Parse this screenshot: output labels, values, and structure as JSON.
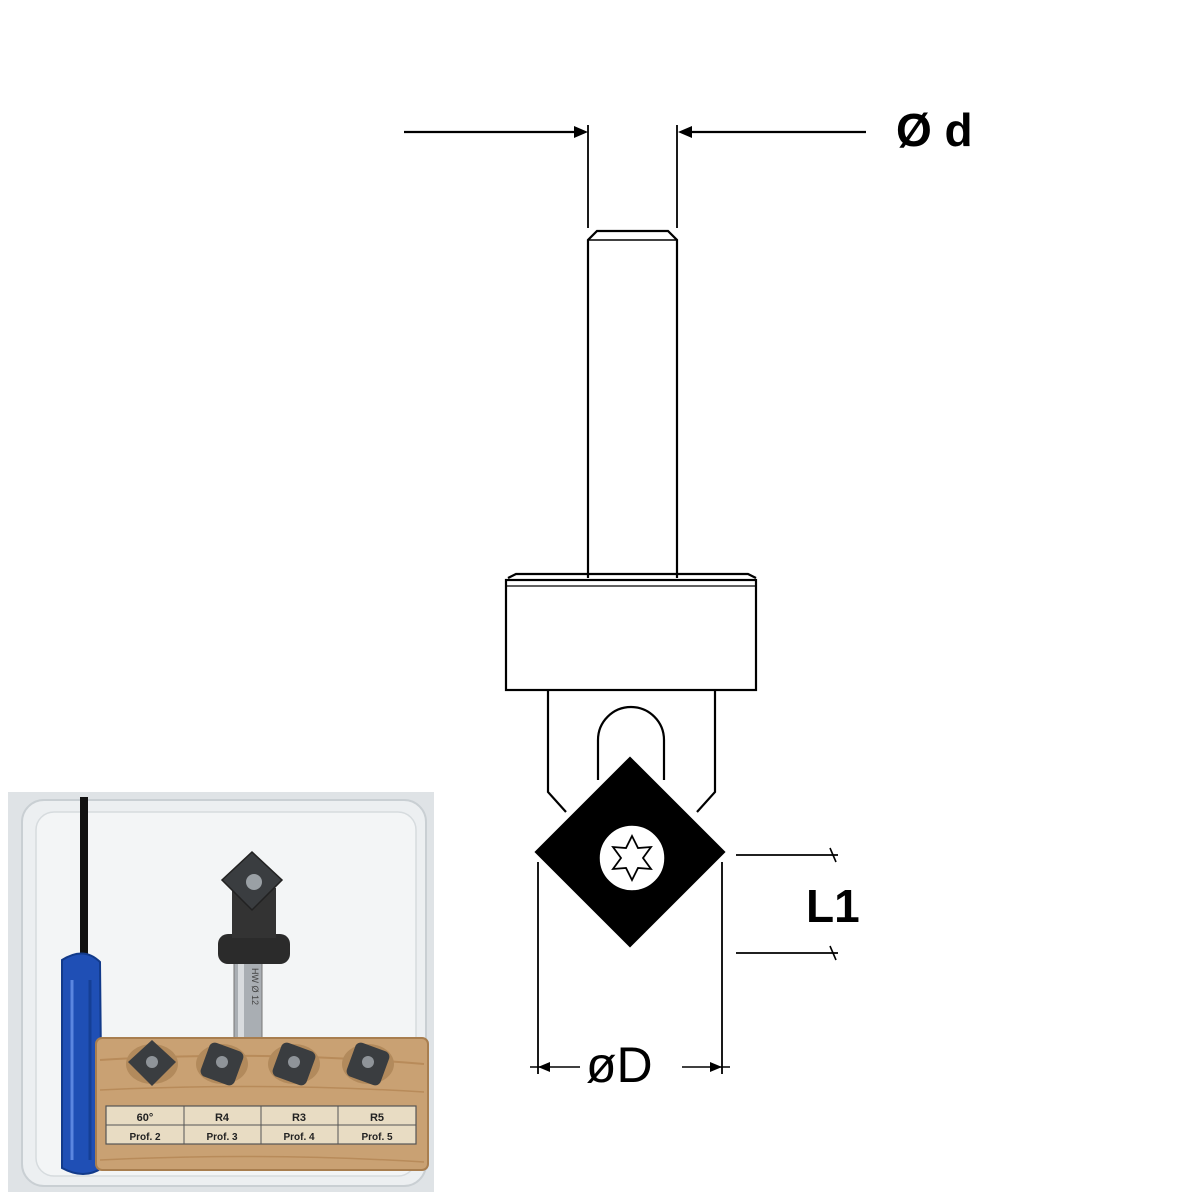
{
  "drawing": {
    "labels": {
      "shank_diameter": "Ø d",
      "cutter_diameter": "øD",
      "length": "L1"
    },
    "colors": {
      "line": "#000000",
      "insert": "#000000"
    }
  },
  "photo": {
    "insert_slots": [
      {
        "profile": "60°",
        "depth": "Prof. 2"
      },
      {
        "profile": "R4",
        "depth": "Prof. 3"
      },
      {
        "profile": "R3",
        "depth": "Prof. 4"
      },
      {
        "profile": "R5",
        "depth": "Prof. 5"
      }
    ],
    "shank_marking": "HW Ø 12",
    "colors": {
      "wood": "#c9a173",
      "wood_dark": "#a87e4f",
      "screwdriver_handle": "#1f4fb5",
      "tray": "#e9ecee",
      "background": "#dfe3e6"
    }
  }
}
